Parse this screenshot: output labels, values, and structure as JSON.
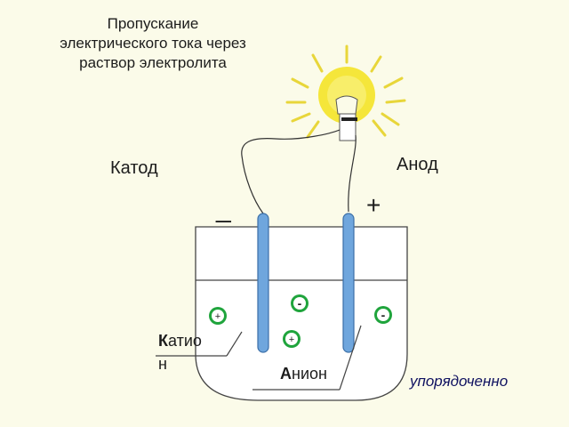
{
  "title": {
    "line1": "Пропускание",
    "line2": "электрического тока через",
    "line3": "раствор электролита"
  },
  "labels": {
    "cathode": "Катод",
    "anode": "Анод",
    "minus": "_",
    "plus": "+",
    "cation_first": "К",
    "cation_rest_line1": "атио",
    "cation_line2": "н",
    "anion_first": "А",
    "anion_rest": "нион",
    "ordered": "упорядоченно"
  },
  "ions": {
    "cation_sign": "+",
    "anion_sign": "-"
  },
  "colors": {
    "bulb_glow": "#f5e63a",
    "ray": "#e8d63a",
    "electrode": "#6fa6dd",
    "ion_fill": "#1fa43c",
    "ordered_text": "#0f1160"
  },
  "icons": [
    "light-bulb-icon"
  ]
}
